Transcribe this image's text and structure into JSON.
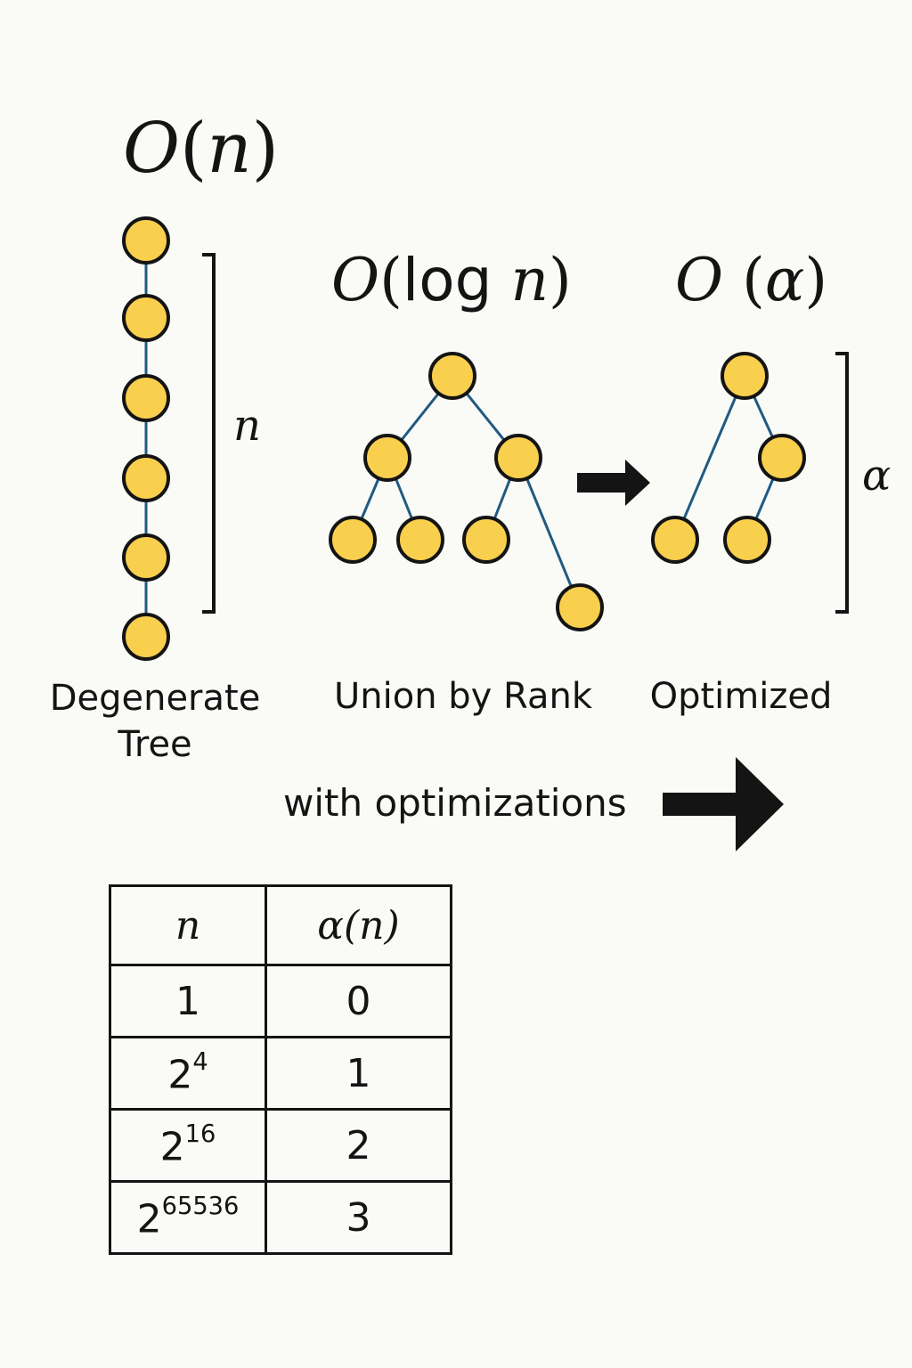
{
  "titles": {
    "linear": {
      "func": "O",
      "open": "(",
      "arg": "n",
      "close": ")"
    },
    "log": {
      "func": "O",
      "open": "(",
      "arg_upright": "log",
      "arg": "n",
      "close": ")"
    },
    "alpha": {
      "func": "O",
      "open": "(",
      "arg": "α",
      "close": ")"
    }
  },
  "captions": {
    "degenerate_line1": "Degenerate",
    "degenerate_line2": "Tree",
    "union_by_rank": "Union by Rank",
    "optimized": "Optimized"
  },
  "brackets": {
    "height_n": "n",
    "height_alpha": "α"
  },
  "arrow_text": "with optimizations",
  "table": {
    "headers": {
      "n": "n",
      "alpha": "α(n)"
    },
    "rows": [
      {
        "n_base": "1",
        "n_exp": "",
        "alpha": "0"
      },
      {
        "n_base": "2",
        "n_exp": "4",
        "alpha": "1"
      },
      {
        "n_base": "2",
        "n_exp": "16",
        "alpha": "2"
      },
      {
        "n_base": "2",
        "n_exp": "65536",
        "alpha": "3"
      }
    ]
  },
  "colors": {
    "node_fill": "#f9cf4e",
    "node_stroke": "#141414",
    "edge": "#1f5a82",
    "ink": "#141414",
    "background": "#fafaf7"
  }
}
